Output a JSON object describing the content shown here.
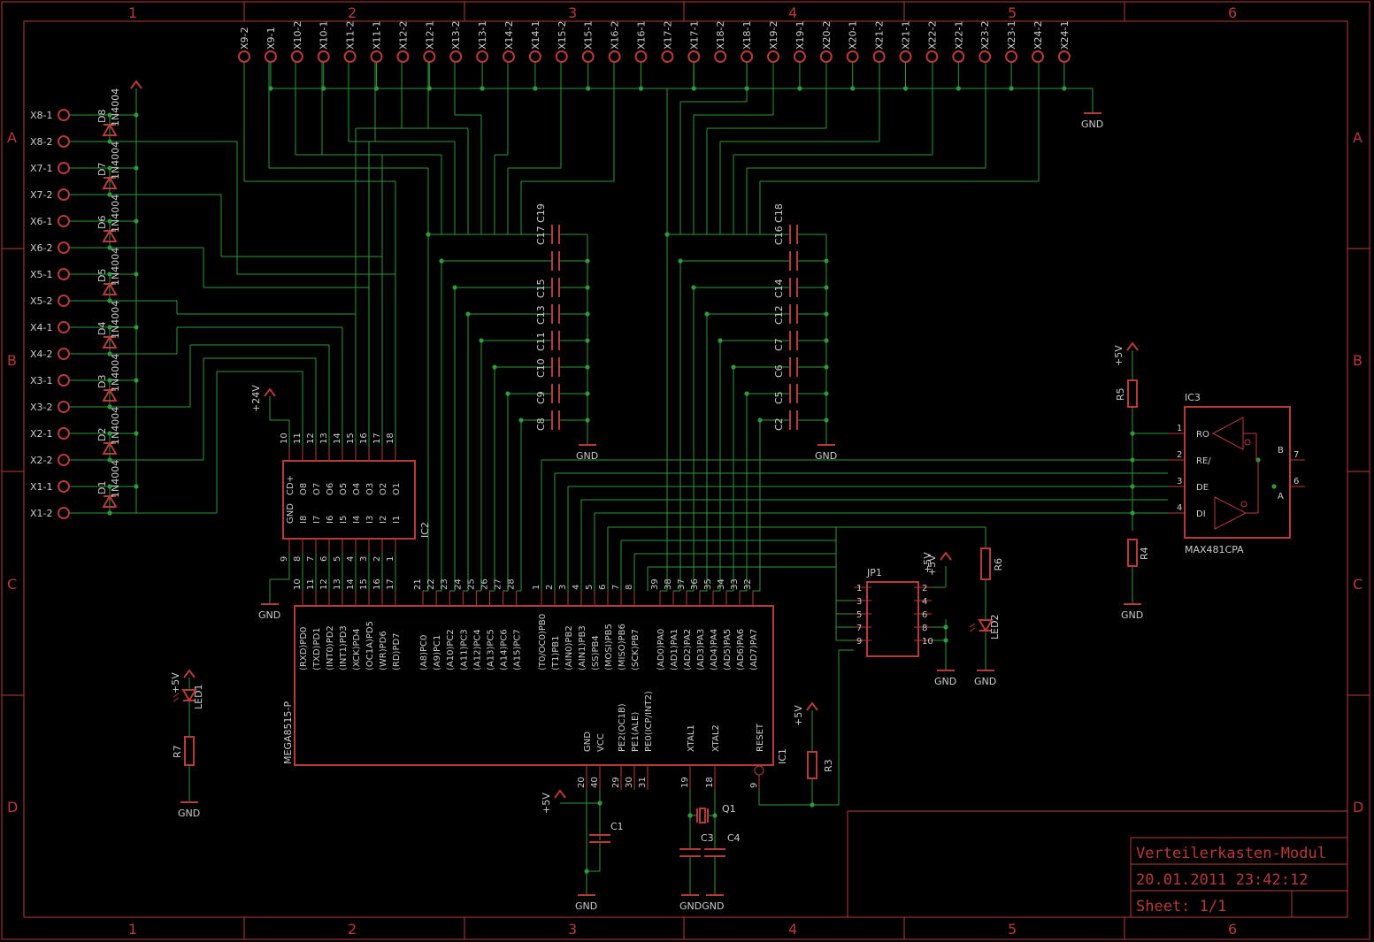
{
  "frame": {
    "columns": [
      "1",
      "2",
      "3",
      "4",
      "5",
      "6"
    ],
    "rows": [
      "A",
      "B",
      "C",
      "D"
    ]
  },
  "title_block": {
    "title": "Verteilerkasten-Modul",
    "datetime": "20.01.2011  23:42:12",
    "sheet": "Sheet: 1/1"
  },
  "top_connectors": [
    "X9-2",
    "X9-1",
    "X10-2",
    "X10-1",
    "X11-2",
    "X11-1",
    "X12-2",
    "X12-1",
    "X13-2",
    "X13-1",
    "X14-2",
    "X14-1",
    "X15-2",
    "X15-1",
    "X16-2",
    "X16-1",
    "X17-2",
    "X17-1",
    "X18-2",
    "X18-1",
    "X19-2",
    "X19-1",
    "X20-2",
    "X20-1",
    "X21-2",
    "X21-1",
    "X22-2",
    "X22-1",
    "X23-2",
    "X23-1",
    "X24-2",
    "X24-1"
  ],
  "left_connectors": [
    "X8-1",
    "X8-2",
    "X7-1",
    "X7-2",
    "X6-1",
    "X6-2",
    "X5-1",
    "X5-2",
    "X4-1",
    "X4-2",
    "X3-1",
    "X3-2",
    "X2-1",
    "X2-2",
    "X1-1",
    "X1-2"
  ],
  "diodes": [
    {
      "name": "D8",
      "part": "1N4004"
    },
    {
      "name": "D7",
      "part": "1N4004"
    },
    {
      "name": "D6",
      "part": "1N4004"
    },
    {
      "name": "D5",
      "part": "1N4004"
    },
    {
      "name": "D4",
      "part": "1N4004"
    },
    {
      "name": "D3",
      "part": "1N4004"
    },
    {
      "name": "D2",
      "part": "1N4004"
    },
    {
      "name": "D1",
      "part": "1N4004"
    }
  ],
  "caps_left": [
    "C19",
    "C17",
    "C15",
    "C13",
    "C11",
    "C10",
    "C9",
    "C8"
  ],
  "caps_left_display": [
    "C17 C19",
    "C15",
    "C13",
    "C11",
    "C10",
    "C9",
    "C8"
  ],
  "caps_right": [
    "C16 C18",
    "C14",
    "C12",
    "C7",
    "C6",
    "C5",
    "C2"
  ],
  "ic1": {
    "name": "IC1",
    "part": "MEGA8515-P",
    "left_pins": [
      {
        "num": "10",
        "sig": "(RXD)PD0"
      },
      {
        "num": "11",
        "sig": "(TXD)PD1"
      },
      {
        "num": "12",
        "sig": "(INT0)PD2"
      },
      {
        "num": "13",
        "sig": "(INT1)PD3"
      },
      {
        "num": "14",
        "sig": "(XCK)PD4"
      },
      {
        "num": "15",
        "sig": "(OC1A)PD5"
      },
      {
        "num": "16",
        "sig": "(WR)PD6"
      },
      {
        "num": "17",
        "sig": "(RD)PD7"
      },
      {
        "num": "21",
        "sig": "(A8)PC0"
      },
      {
        "num": "22",
        "sig": "(A9)PC1"
      },
      {
        "num": "23",
        "sig": "(A10)PC2"
      },
      {
        "num": "24",
        "sig": "(A11)PC3"
      },
      {
        "num": "25",
        "sig": "(A12)PC4"
      },
      {
        "num": "26",
        "sig": "(A13)PC5"
      },
      {
        "num": "27",
        "sig": "(A14)PC6"
      },
      {
        "num": "28",
        "sig": "(A15)PC7"
      },
      {
        "num": "1",
        "sig": "(T0/OC0)PB0"
      },
      {
        "num": "2",
        "sig": "(T1)PB1"
      },
      {
        "num": "3",
        "sig": "(AIN0)PB2"
      },
      {
        "num": "4",
        "sig": "(AIN1)PB3"
      },
      {
        "num": "5",
        "sig": "(SS)PB4"
      },
      {
        "num": "6",
        "sig": "(MOSI)PB5"
      },
      {
        "num": "7",
        "sig": "(MISO)PB6"
      },
      {
        "num": "8",
        "sig": "(SCK)PB7"
      },
      {
        "num": "39",
        "sig": "(AD0)PA0"
      },
      {
        "num": "38",
        "sig": "(AD1)PA1"
      },
      {
        "num": "37",
        "sig": "(AD2)PA2"
      },
      {
        "num": "36",
        "sig": "(AD3)PA3"
      },
      {
        "num": "35",
        "sig": "(AD4)PA4"
      },
      {
        "num": "34",
        "sig": "(AD5)PA5"
      },
      {
        "num": "33",
        "sig": "(AD6)PA6"
      },
      {
        "num": "32",
        "sig": "(AD7)PA7"
      }
    ],
    "bottom_pins": [
      {
        "num": "20",
        "sig": "GND"
      },
      {
        "num": "40",
        "sig": "VCC"
      },
      {
        "num": "29",
        "sig": "PE2(OC1B)"
      },
      {
        "num": "30",
        "sig": "PE1(ALE)"
      },
      {
        "num": "31",
        "sig": "PE0(ICP/INT2)"
      },
      {
        "num": "19",
        "sig": "XTAL1"
      },
      {
        "num": "18",
        "sig": "XTAL2"
      },
      {
        "num": "9",
        "sig": "RESET"
      }
    ]
  },
  "ic2": {
    "name": "IC2",
    "top_pins": [
      "10",
      "11",
      "12",
      "13",
      "14",
      "15",
      "16",
      "17",
      "18"
    ],
    "top_sigs": [
      "CD+",
      "O8",
      "O7",
      "O6",
      "O5",
      "O4",
      "O3",
      "O2",
      "O1"
    ],
    "bottom_pins": [
      "9",
      "8",
      "7",
      "6",
      "5",
      "4",
      "3",
      "2",
      "1"
    ],
    "bottom_sigs": [
      "GND",
      "I8",
      "I7",
      "I6",
      "I5",
      "I4",
      "I3",
      "I2",
      "I1"
    ]
  },
  "ic3": {
    "name": "IC3",
    "part": "MAX481CPA",
    "pins": [
      {
        "num": "1",
        "sig": "RO"
      },
      {
        "num": "2",
        "sig": "RE/"
      },
      {
        "num": "3",
        "sig": "DE"
      },
      {
        "num": "4",
        "sig": "DI"
      },
      {
        "num": "7",
        "sig": "B"
      },
      {
        "num": "6",
        "sig": "A"
      }
    ]
  },
  "jp1": {
    "name": "JP1",
    "pins": [
      "1",
      "2",
      "3",
      "4",
      "5",
      "6",
      "7",
      "8",
      "9",
      "10"
    ]
  },
  "parts": {
    "r3": "R3",
    "r4": "R4",
    "r5": "R5",
    "r6": "R6",
    "r7": "R7",
    "led1": "LED1",
    "led2": "LED2",
    "c1": "C1",
    "c3": "C3",
    "c4": "C4",
    "q1": "Q1"
  },
  "nets": {
    "gnd": "GND",
    "p5v": "+5V",
    "p24v": "+24V"
  }
}
